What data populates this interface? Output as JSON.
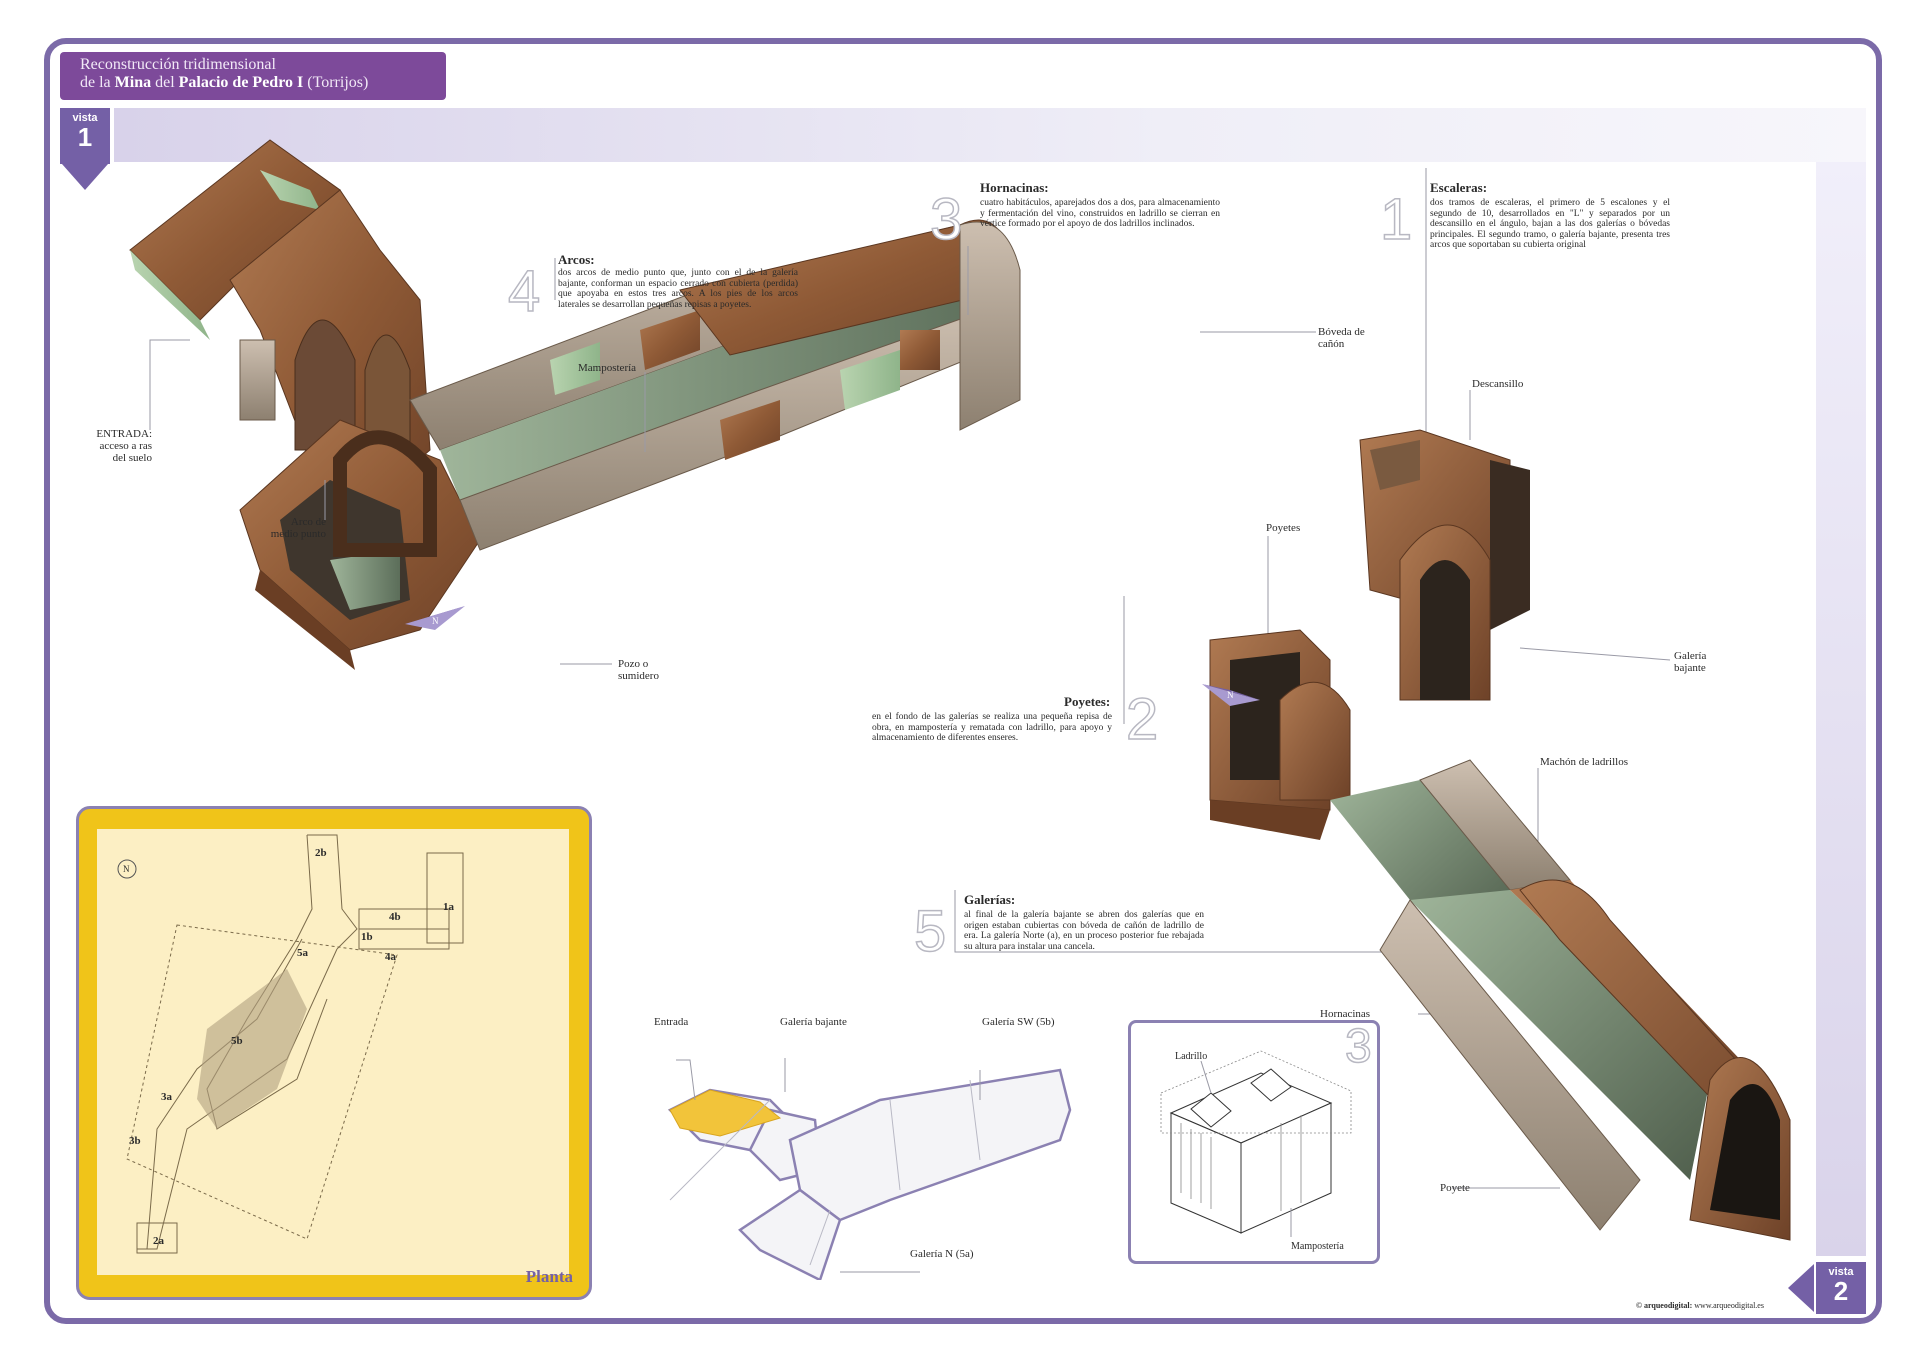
{
  "header": {
    "title_line1": "Reconstrucción tridimensional",
    "title_line2_prefix": "de la ",
    "title_mina": "Mina",
    "title_del": " del ",
    "title_palacio": "Palacio de Pedro I",
    "title_suffix": " (Torrijos)"
  },
  "vista1": {
    "label": "vista",
    "number": "1"
  },
  "vista2": {
    "label": "vista",
    "number": "2"
  },
  "annotations": {
    "arcos": {
      "number": "4",
      "title": "Arcos:",
      "body": "dos arcos de medio punto que, junto con el de la galería bajante, conforman un espacio cerrado con cubierta (perdida) que apoyaba en estos tres arcos. A los pies de los arcos laterales se desarrollan pequeñas repisas a poyetes."
    },
    "hornacinas": {
      "number": "3",
      "title": "Hornacinas:",
      "body": "cuatro habitáculos, aparejados dos a dos, para almacenamiento y fermentación del vino, construidos en ladrillo se cierran en vértice formado por el apoyo de dos ladrillos inclinados."
    },
    "escaleras": {
      "number": "1",
      "title": "Escaleras:",
      "body": "dos tramos de escaleras, el primero de 5 escalones y el segundo de 10, desarrollados en \"L\" y separados por un descansillo en el ángulo, bajan a las dos galerías o bóvedas principales. El segundo tramo, o galería bajante, presenta tres arcos que soportaban su cubierta original"
    },
    "poyetes": {
      "number": "2",
      "title": "Poyetes:",
      "body": "en el fondo de las galerías se realiza una pequeña repisa de obra, en mampostería y rematada con ladrillo, para apoyo y almacenamiento de diferentes enseres."
    },
    "galerias": {
      "number": "5",
      "title": "Galerías:",
      "body": "al final de la galería bajante se abren dos galerías que en origen estaban cubiertas con bóveda de cañón de ladrillo de era. La galería Norte (a), en un proceso posterior fue rebajada su altura para instalar una cancela."
    }
  },
  "labels": {
    "entrada": "ENTRADA:",
    "entrada2": "acceso a ras",
    "entrada3": "del suelo",
    "arco1": "Arco de",
    "arco2": "medio punto",
    "mamposteria": "Mampostería",
    "pozo1": "Pozo o",
    "pozo2": "sumidero",
    "boveda1": "Bóveda de",
    "boveda2": "cañón",
    "descansillo": "Descansillo",
    "poyetes": "Poyetes",
    "galeria_bajante1": "Galería",
    "galeria_bajante2": "bajante",
    "machon": "Machón de ladrillos",
    "hornacinas": "Hornacinas",
    "poyete": "Poyete"
  },
  "plan": {
    "title": "Planta",
    "north": "N",
    "sections": [
      "2b",
      "1a",
      "4b",
      "1b",
      "5a",
      "4a",
      "5b",
      "3a",
      "3b",
      "2a"
    ]
  },
  "schematic": {
    "entrada": "Entrada",
    "galeria_bajante": "Galería bajante",
    "galeria_sw": "Galería SW (5b)",
    "galeria_n": "Galería N (5a)"
  },
  "inset": {
    "number": "3",
    "ladrillo": "Ladrillo",
    "mamposteria": "Mampostería"
  },
  "footer": {
    "brand": "© arqueodigital:",
    "url": "www.arqueodigital.es"
  },
  "colors": {
    "frame": "#7b6aa8",
    "title_bg": "#7d4a9a",
    "vista_bg": "#7460a6",
    "plan_border": "#f0c419",
    "plan_bg": "#fcefc4",
    "brick": "#9a5f3a",
    "stone": "#b7aa9a",
    "mortar": "#a8c8a0"
  }
}
